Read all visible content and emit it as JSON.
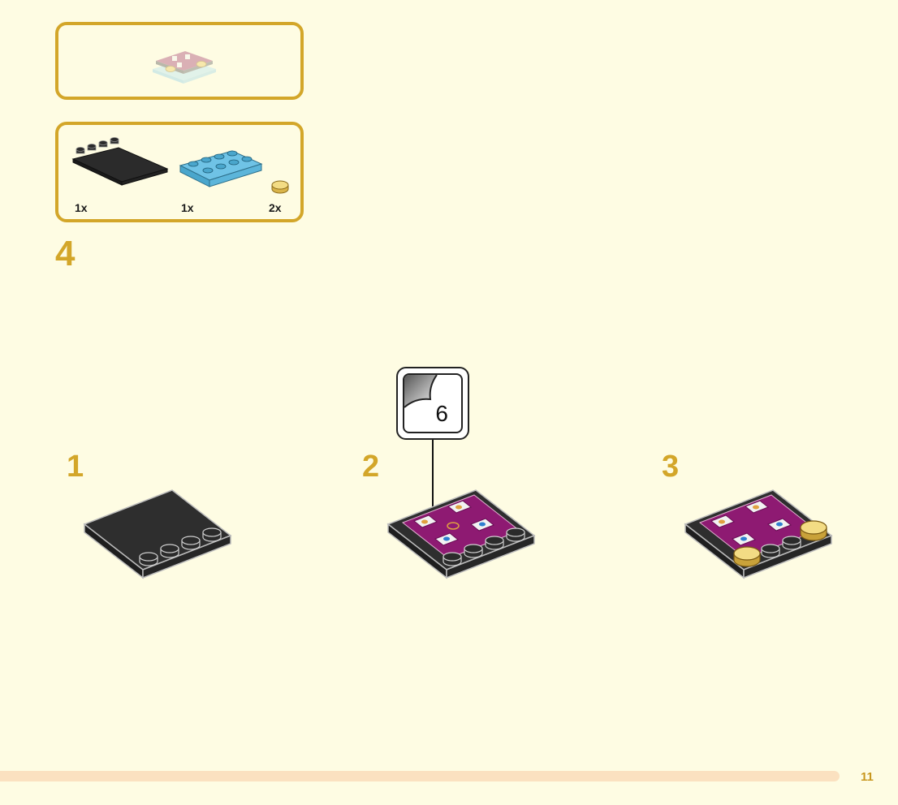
{
  "parts": [
    {
      "name": "black-4x4-plate-with-studs-on-edge",
      "qty": "1x",
      "color": "#2b2b2b"
    },
    {
      "name": "light-blue-2x4-plate",
      "qty": "1x",
      "color": "#6fc3e6"
    },
    {
      "name": "gold-round-tile",
      "qty": "2x",
      "color": "#f0d16b"
    }
  ],
  "step_number": "4",
  "substeps": [
    {
      "number": "1"
    },
    {
      "number": "2",
      "sticker_number": "6"
    },
    {
      "number": "3"
    }
  ],
  "page_number": "11",
  "colors": {
    "accent": "#d3a629",
    "background": "#fefce3",
    "bottom_bar": "#fbe1c0",
    "sticker_magenta": "#8e1a72"
  }
}
